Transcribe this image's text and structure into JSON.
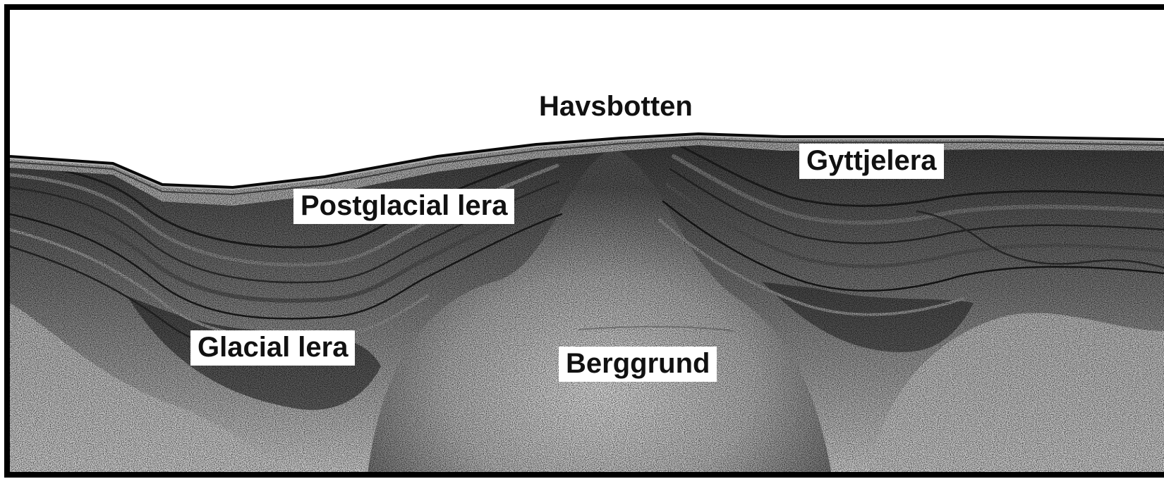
{
  "labels": {
    "seabed": "Havsbotten",
    "gyttja_clay": "Gyttjelera",
    "postglacial_clay": "Postglacial lera",
    "glacial_clay": "Glacial lera",
    "bedrock": "Berggrund"
  },
  "colors": {
    "background": "#ffffff",
    "frame": "#000000",
    "sediment_dark": "#111111",
    "sediment_mid": "#6e6e6e",
    "sediment_light": "#d8d8d8"
  }
}
